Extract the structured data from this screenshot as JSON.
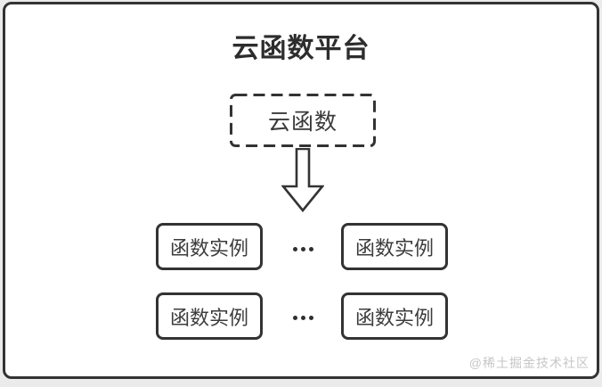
{
  "diagram": {
    "title": "云函数平台",
    "source_box": {
      "label": "云函数"
    },
    "instances": {
      "rows": [
        {
          "left": "函数实例",
          "right": "函数实例"
        },
        {
          "left": "函数实例",
          "right": "函数实例"
        }
      ]
    },
    "watermark": "@稀土掘金技术社区",
    "icons": {
      "flow": "down-arrow-icon",
      "row_separator": "ellipsis-icon"
    },
    "colors": {
      "line": "#333333",
      "card_background": "#ffffff",
      "page_background": "#ebebeb",
      "title_text": "#2d2d2d",
      "box_text": "#3c3c3c",
      "watermark_text": "#c6c6c6"
    }
  }
}
